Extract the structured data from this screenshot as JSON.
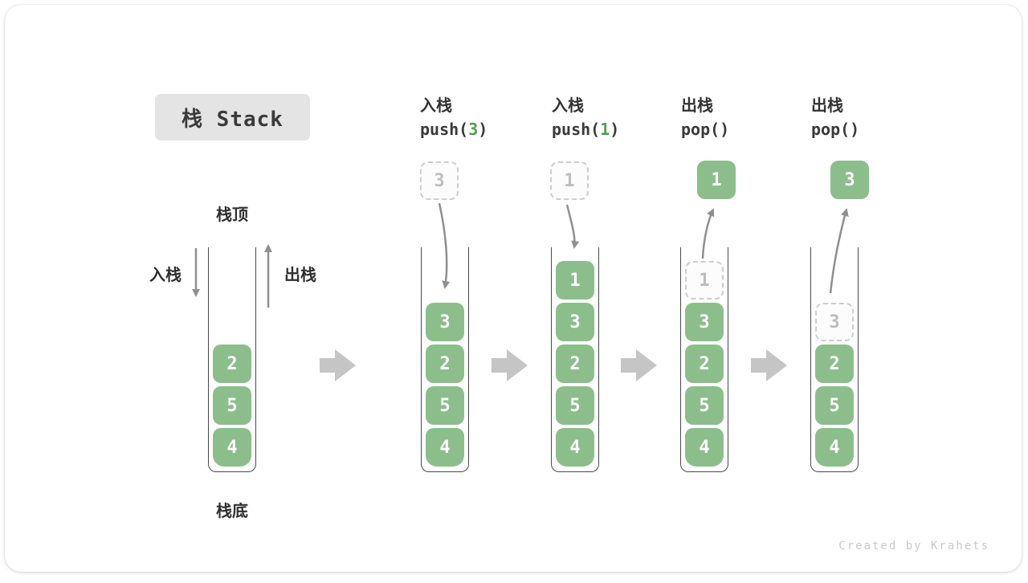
{
  "title": "栈 Stack",
  "watermark": "Created by Krahets",
  "stack_labels": {
    "top": "栈顶",
    "bottom": "栈底",
    "push_side": "入栈",
    "pop_side": "出栈"
  },
  "colors": {
    "block-green": "#8CBE8C",
    "code-green": "#4EA04E",
    "arrow-gray": "#8f8f8f",
    "fat-arrow-gray": "#c5c5c5",
    "title-bg": "#e4e4e4",
    "text-dark": "#3a3a3a",
    "ghost-border": "#cdcdcd",
    "ghost-text": "#bdbdbd",
    "wall-dark": "#4a4a4a",
    "watermark-gray": "#c9c9c9"
  },
  "columns": [
    {
      "blocks": [
        "2",
        "5",
        "4"
      ]
    },
    {
      "op": {
        "action": "入栈",
        "code_pre": "push(",
        "code_num": "3",
        "code_post": ")"
      },
      "floating": "3",
      "blocks": [
        "3",
        "2",
        "5",
        "4"
      ]
    },
    {
      "op": {
        "action": "入栈",
        "code_pre": "push(",
        "code_num": "1",
        "code_post": ")"
      },
      "floating": "1",
      "blocks": [
        "1",
        "3",
        "2",
        "5",
        "4"
      ]
    },
    {
      "op": {
        "action": "出栈",
        "code_pre": "pop(",
        "code_num": "",
        "code_post": ")"
      },
      "popped": "1",
      "ghost": "1",
      "blocks": [
        "3",
        "2",
        "5",
        "4"
      ]
    },
    {
      "op": {
        "action": "出栈",
        "code_pre": "pop(",
        "code_num": "",
        "code_post": ")"
      },
      "popped": "3",
      "ghost": "3",
      "blocks": [
        "2",
        "5",
        "4"
      ]
    }
  ]
}
